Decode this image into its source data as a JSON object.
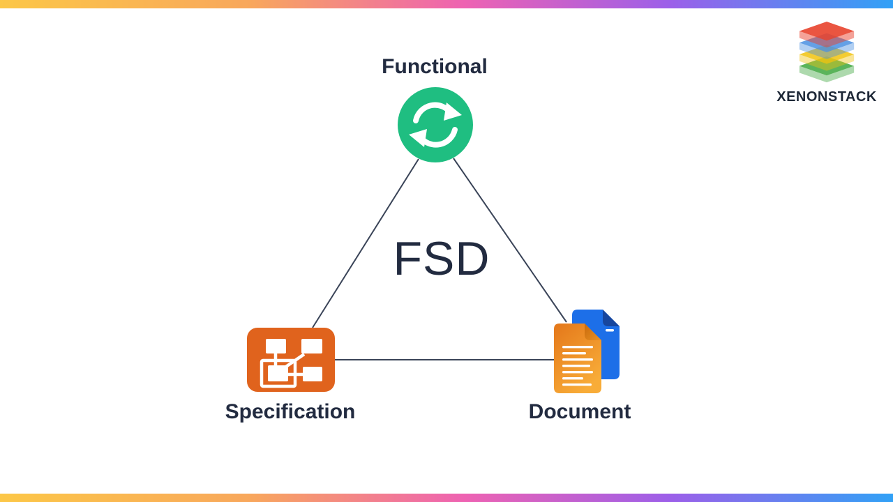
{
  "brand": {
    "name": "XENONSTACK",
    "layers": [
      {
        "name": "red-layer",
        "color": "#E8432D"
      },
      {
        "name": "blue-layer",
        "color": "#4A90E2"
      },
      {
        "name": "yellow-layer",
        "color": "#F2C40F"
      },
      {
        "name": "green-layer",
        "color": "#3FA73F"
      }
    ]
  },
  "decor": {
    "gradient_colors": [
      "#FCC747",
      "#F8A75C",
      "#EE62B2",
      "#9C5FE9",
      "#31A1F6"
    ]
  },
  "diagram": {
    "center_label": "FSD",
    "line_color": "#3A4458",
    "text_color": "#222B40",
    "nodes": {
      "functional": {
        "label": "Functional",
        "icon": "sync-icon",
        "color": "#1FBE81"
      },
      "specification": {
        "label": "Specification",
        "icon": "flowchart-icon",
        "color": "#E0631D"
      },
      "document": {
        "label": "Document",
        "icon": "documents-icon",
        "front_color": "#F29B28",
        "back_color": "#1D6FE8",
        "fold_color": "#17469E"
      }
    }
  }
}
